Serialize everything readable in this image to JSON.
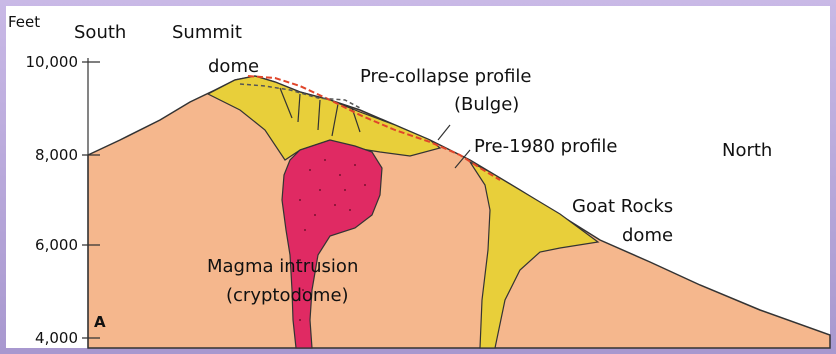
{
  "diagram": {
    "axis": {
      "unit": "Feet",
      "ticks": [
        "10,000",
        "8,000",
        "6,000",
        "4,000"
      ]
    },
    "labels": {
      "south": "South",
      "north": "North",
      "summit_dome_line1": "Summit",
      "summit_dome_line2": "dome",
      "pre_collapse_line1": "Pre-collapse profile",
      "pre_collapse_line2": "(Bulge)",
      "pre_1980": "Pre-1980 profile",
      "goat_rocks_line1": "Goat Rocks",
      "goat_rocks_line2": "dome",
      "magma_line1": "Magma intrusion",
      "magma_line2": "(cryptodome)",
      "panel_letter": "A"
    },
    "colors": {
      "mountain": "#f5b78d",
      "dome": "#e8cf3a",
      "magma": "#e02a63",
      "profile_red": "#e0452a",
      "frame": "#b8a8d8"
    }
  }
}
